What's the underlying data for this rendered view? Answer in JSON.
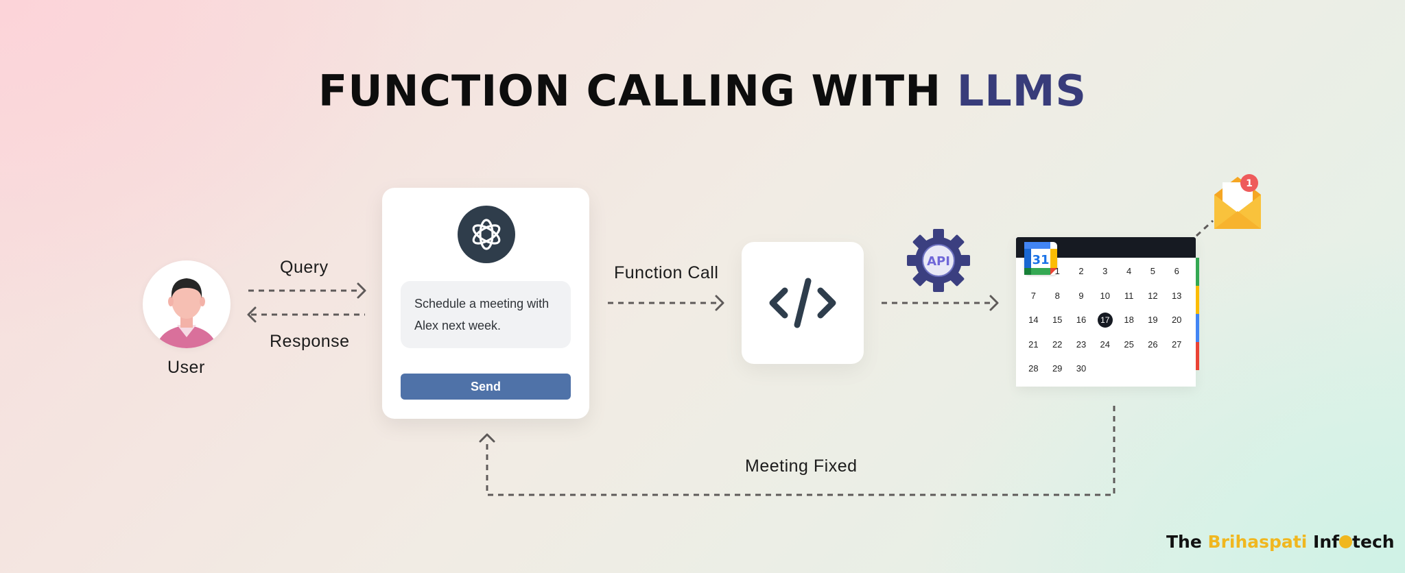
{
  "title": {
    "main": "FUNCTION CALLING WITH",
    "accent": "LLMS"
  },
  "user": {
    "label": "User"
  },
  "arrows": {
    "query": "Query",
    "response": "Response",
    "function_call": "Function Call",
    "meeting_fixed": "Meeting Fixed"
  },
  "chat": {
    "message": "Schedule a meeting with Alex next week.",
    "send_label": "Send"
  },
  "api": {
    "label": "API"
  },
  "calendar": {
    "icon_label": "31",
    "highlight_day": "17",
    "days": [
      "",
      "1",
      "2",
      "3",
      "4",
      "5",
      "6",
      "7",
      "8",
      "9",
      "10",
      "11",
      "12",
      "13",
      "14",
      "15",
      "16",
      "17",
      "18",
      "19",
      "20",
      "21",
      "22",
      "23",
      "24",
      "25",
      "26",
      "27",
      "28",
      "29",
      "30"
    ]
  },
  "mail": {
    "badge": "1"
  },
  "brand": {
    "the": "The",
    "accent": "Brihaspati",
    "rest_pre": "Inf",
    "rest_post": "tech"
  },
  "colors": {
    "title_accent": "#383c7a",
    "send_button": "#4f72a8",
    "brand_accent": "#f0b71f",
    "api_gear": "#3b3f80"
  },
  "icons": [
    "user-avatar",
    "openai-logo",
    "code-icon",
    "api-gear-icon",
    "calendar-icon",
    "mail-icon"
  ]
}
